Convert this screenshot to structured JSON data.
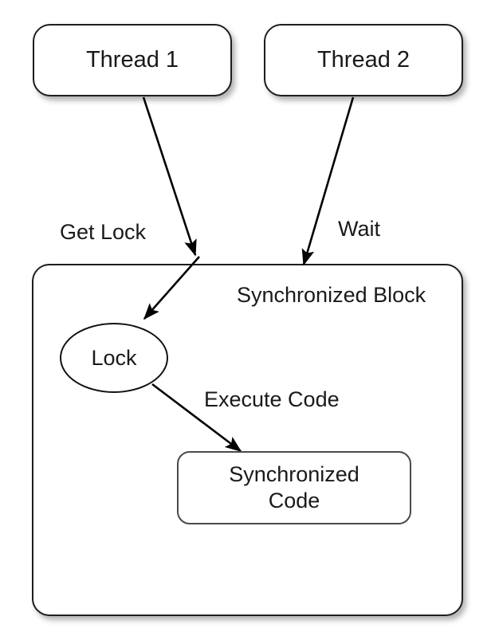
{
  "diagram": {
    "title": "Synchronized Block",
    "nodes": [
      {
        "id": "thread1",
        "label": "Thread 1",
        "shape": "rounded-rect"
      },
      {
        "id": "thread2",
        "label": "Thread 2",
        "shape": "rounded-rect"
      },
      {
        "id": "syncblock",
        "label": "Synchronized Block",
        "shape": "rounded-rect-container"
      },
      {
        "id": "lock",
        "label": "Lock",
        "shape": "ellipse"
      },
      {
        "id": "synccode",
        "label_line1": "Synchronized",
        "label_line2": "Code",
        "shape": "rounded-rect"
      }
    ],
    "edges": [
      {
        "id": "e1",
        "from": "thread1",
        "to": "syncblock",
        "label": "Get Lock"
      },
      {
        "id": "e2",
        "from": "thread2",
        "to": "syncblock",
        "label": "Wait"
      },
      {
        "id": "e3",
        "from": "syncblock-entry",
        "to": "lock",
        "label": ""
      },
      {
        "id": "e4",
        "from": "lock",
        "to": "synccode",
        "label": "Execute Code"
      }
    ],
    "colors": {
      "background": "#ffffff",
      "node_fill": "#ffffff",
      "node_stroke": "#1e1e1e",
      "inner_stroke": "#4a4a4a",
      "text": "#1a1a1a",
      "edge_stroke": "#000000"
    }
  }
}
